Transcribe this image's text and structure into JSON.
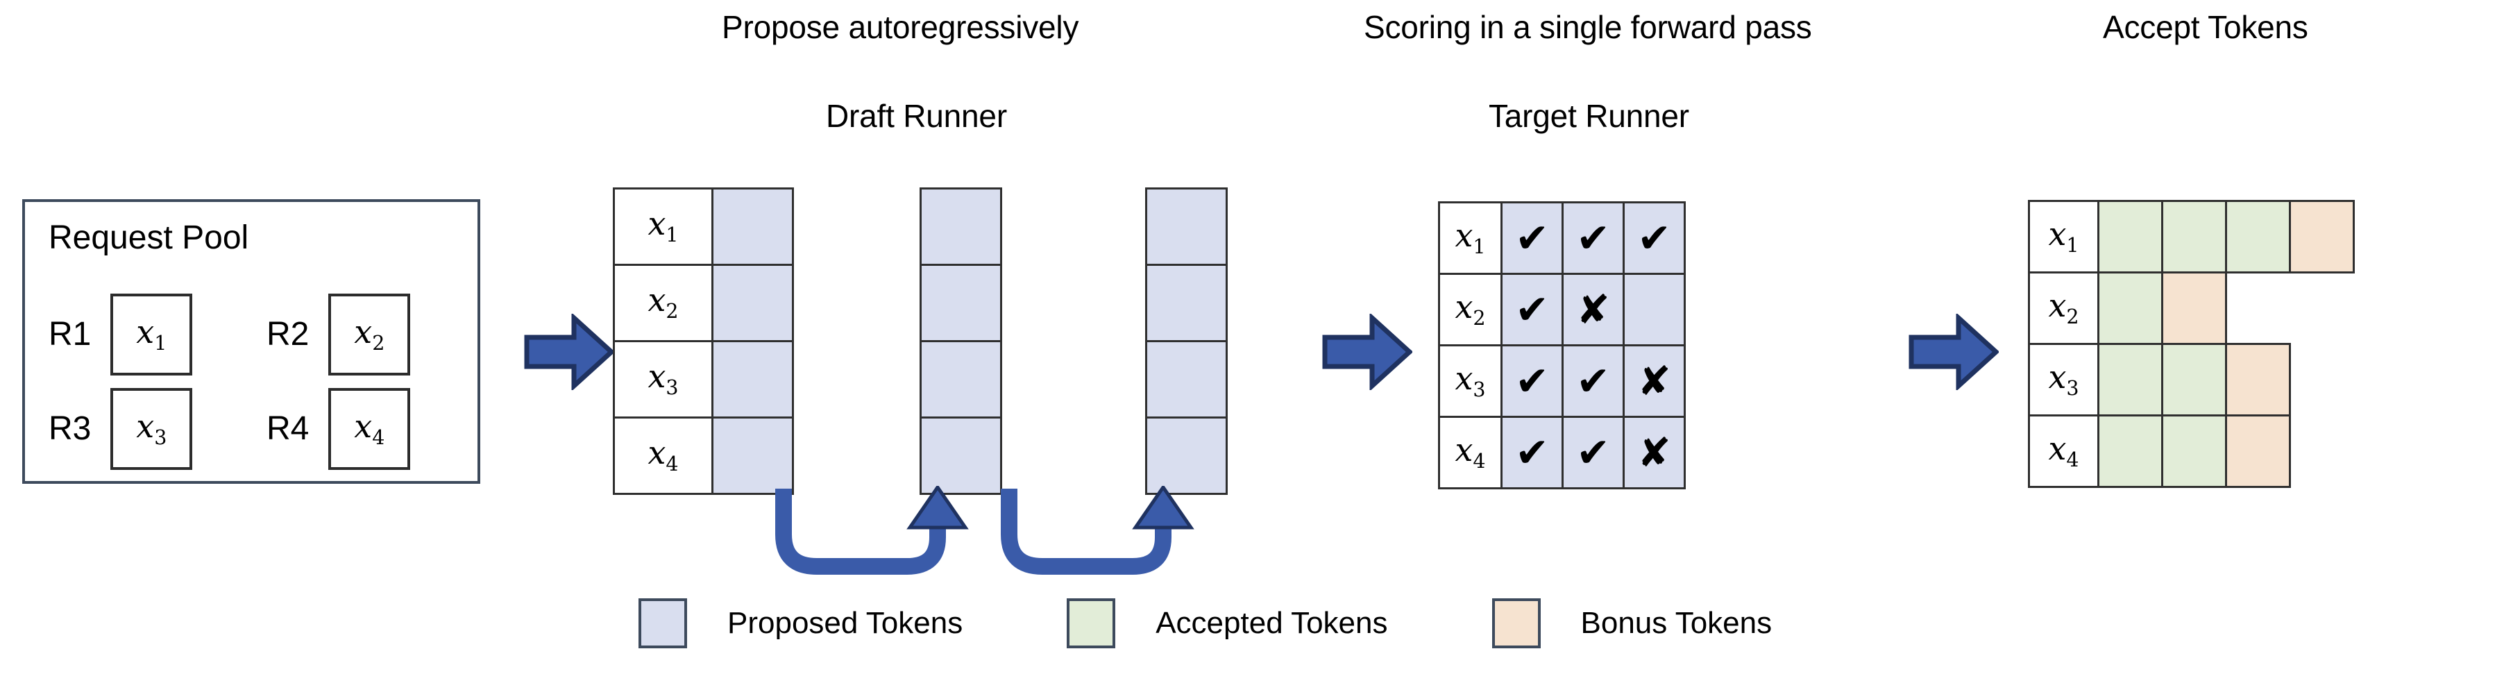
{
  "headings": {
    "propose": "Propose autoregressively",
    "draft_runner": "Draft Runner",
    "scoring": "Scoring in a single forward pass",
    "target_runner": "Target Runner",
    "accept": "Accept Tokens"
  },
  "request_pool": {
    "title": "Request Pool",
    "requests": [
      {
        "label": "R1",
        "token": "x",
        "sub": "1"
      },
      {
        "label": "R2",
        "token": "x",
        "sub": "2"
      },
      {
        "label": "R3",
        "token": "x",
        "sub": "3"
      },
      {
        "label": "R4",
        "token": "x",
        "sub": "4"
      }
    ]
  },
  "rows": [
    {
      "token": "x",
      "sub": "1"
    },
    {
      "token": "x",
      "sub": "2"
    },
    {
      "token": "x",
      "sub": "3"
    },
    {
      "token": "x",
      "sub": "4"
    }
  ],
  "draft_runner": {
    "step_count": 3,
    "steps": [
      {
        "cells": [
          "proposed",
          "proposed",
          "proposed",
          "proposed"
        ]
      },
      {
        "cells": [
          "proposed",
          "proposed",
          "proposed",
          "proposed"
        ]
      },
      {
        "cells": [
          "proposed",
          "proposed",
          "proposed",
          "proposed"
        ]
      }
    ],
    "loop_arrows": 2
  },
  "target_runner": {
    "columns": 3,
    "grid": [
      [
        "check",
        "check",
        "check"
      ],
      [
        "check",
        "cross",
        "blank"
      ],
      [
        "check",
        "check",
        "cross"
      ],
      [
        "check",
        "check",
        "cross"
      ]
    ],
    "glyphs": {
      "check": "✔",
      "cross": "✘",
      "blank": ""
    }
  },
  "accept_tokens": {
    "columns": 4,
    "grid": [
      [
        "accepted",
        "accepted",
        "accepted",
        "bonus"
      ],
      [
        "accepted",
        "bonus",
        "empty",
        "empty"
      ],
      [
        "accepted",
        "accepted",
        "bonus",
        "empty"
      ],
      [
        "accepted",
        "accepted",
        "bonus",
        "empty"
      ]
    ]
  },
  "legend": [
    {
      "name": "proposed",
      "label": "Proposed Tokens",
      "color": "#d9deef"
    },
    {
      "name": "accepted",
      "label": "Accepted Tokens",
      "color": "#e2edd8"
    },
    {
      "name": "bonus",
      "label": "Bonus Tokens",
      "color": "#f6e3d0"
    }
  ],
  "colors": {
    "proposed": "#d9deef",
    "accepted": "#e2edd8",
    "bonus": "#f6e3d0",
    "arrow_fill": "#3a5ba9",
    "arrow_stroke": "#1f3260",
    "border": "#2f2f2f",
    "pool_border": "#3d4a5c"
  }
}
